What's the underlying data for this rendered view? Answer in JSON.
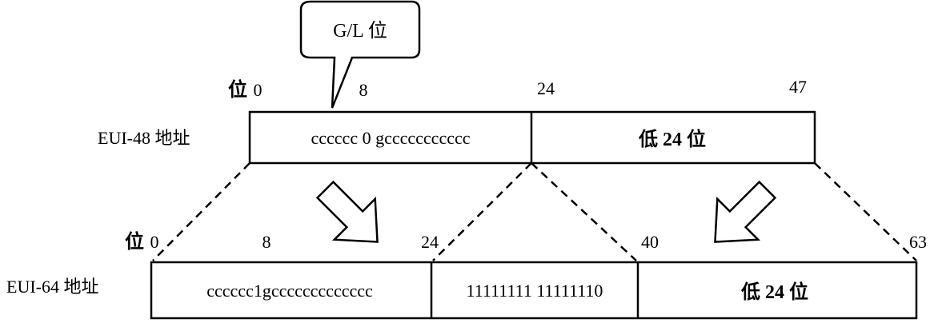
{
  "callout": {
    "label": "G/L 位"
  },
  "eui48": {
    "row_label": "EUI-48 地址",
    "bit_prefix": "位",
    "ticks": [
      "0",
      "8",
      "24",
      "47"
    ],
    "fields": [
      "cccccc 0 gccccccccccc",
      "低 24 位"
    ]
  },
  "eui64": {
    "row_label": "EUI-64 地址",
    "bit_prefix": "位",
    "ticks": [
      "0",
      "8",
      "24",
      "40",
      "63"
    ],
    "fields": [
      "cccccc1gccccccccccccc",
      "11111111 11111110",
      "低 24 位"
    ]
  }
}
